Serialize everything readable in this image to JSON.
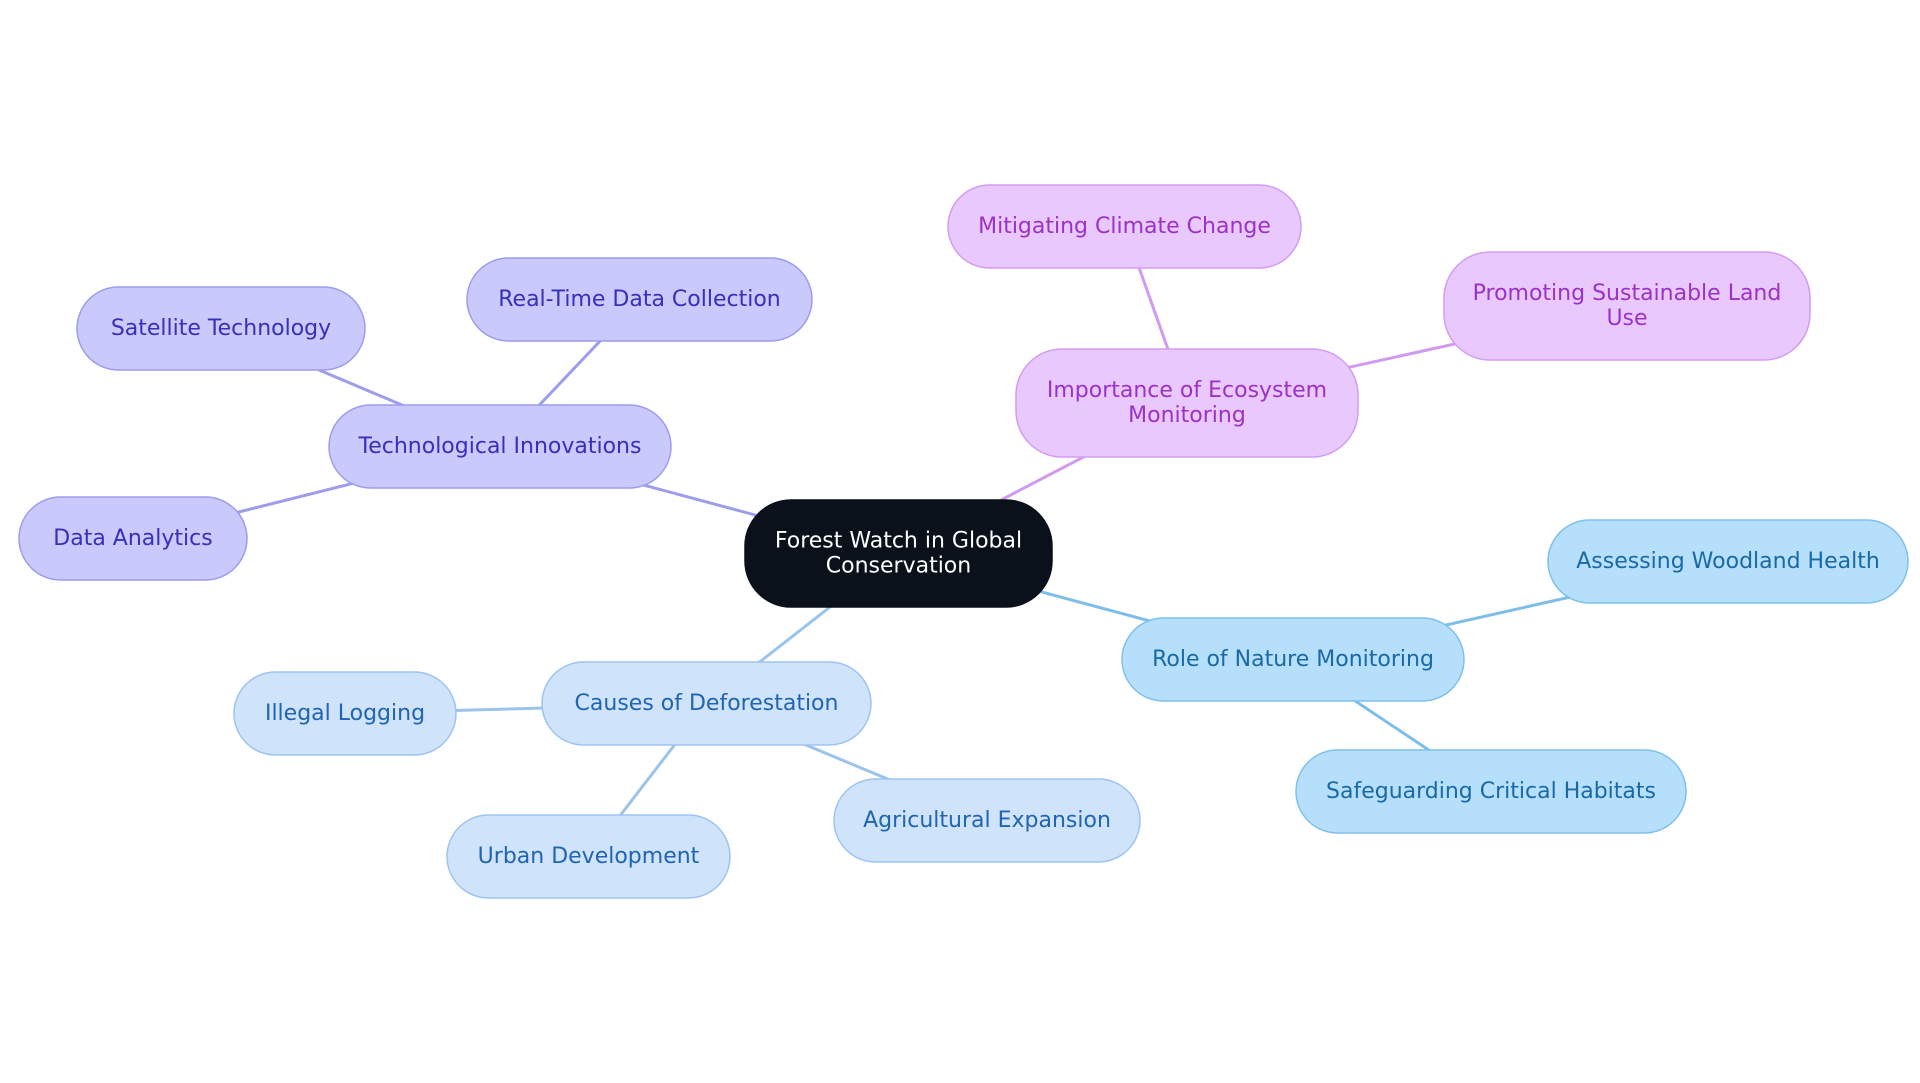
{
  "colors": {
    "root_fill": "#0b111b",
    "root_stroke": "#0b111b",
    "root_text": "#ffffff",
    "tech_fill": "#c9c9fb",
    "tech_stroke": "#9c9cf0",
    "tech_text": "#3730b8",
    "tech_edge": "#9d9deb",
    "eco_fill": "#e9c8fd",
    "eco_stroke": "#d49cf0",
    "eco_text": "#9b32c8",
    "eco_edge": "#cf9af0",
    "nature_fill": "#b5dffb",
    "nature_stroke": "#7fc0ec",
    "nature_text": "#1969a6",
    "nature_edge": "#7dbde8",
    "defor_fill": "#cfe3fb",
    "defor_stroke": "#9dc4f0",
    "defor_text": "#2064b4",
    "defor_edge": "#9cc3ec"
  },
  "nodes": [
    {
      "id": "root",
      "group": "root",
      "lines": [
        "Forest Watch in Global",
        "Conservation"
      ]
    },
    {
      "id": "tech",
      "group": "tech",
      "lines": [
        "Technological Innovations"
      ]
    },
    {
      "id": "satellite",
      "group": "tech",
      "lines": [
        "Satellite Technology"
      ]
    },
    {
      "id": "realtime",
      "group": "tech",
      "lines": [
        "Real-Time Data Collection"
      ]
    },
    {
      "id": "analytics",
      "group": "tech",
      "lines": [
        "Data Analytics"
      ]
    },
    {
      "id": "eco",
      "group": "eco",
      "lines": [
        "Importance of Ecosystem",
        "Monitoring"
      ]
    },
    {
      "id": "climate",
      "group": "eco",
      "lines": [
        "Mitigating Climate Change"
      ]
    },
    {
      "id": "landuse",
      "group": "eco",
      "lines": [
        "Promoting Sustainable Land",
        "Use"
      ]
    },
    {
      "id": "nature",
      "group": "nature",
      "lines": [
        "Role of Nature Monitoring"
      ]
    },
    {
      "id": "woodland",
      "group": "nature",
      "lines": [
        "Assessing Woodland Health"
      ]
    },
    {
      "id": "habitats",
      "group": "nature",
      "lines": [
        "Safeguarding Critical Habitats"
      ]
    },
    {
      "id": "defor",
      "group": "defor",
      "lines": [
        "Causes of Deforestation"
      ]
    },
    {
      "id": "logging",
      "group": "defor",
      "lines": [
        "Illegal Logging"
      ]
    },
    {
      "id": "urban",
      "group": "defor",
      "lines": [
        "Urban Development"
      ]
    },
    {
      "id": "agri",
      "group": "defor",
      "lines": [
        "Agricultural Expansion"
      ]
    }
  ],
  "edges": [
    {
      "from": "root",
      "to": "tech",
      "group": "tech"
    },
    {
      "from": "tech",
      "to": "satellite",
      "group": "tech"
    },
    {
      "from": "tech",
      "to": "realtime",
      "group": "tech"
    },
    {
      "from": "tech",
      "to": "analytics",
      "group": "tech"
    },
    {
      "from": "root",
      "to": "eco",
      "group": "eco"
    },
    {
      "from": "eco",
      "to": "climate",
      "group": "eco"
    },
    {
      "from": "eco",
      "to": "landuse",
      "group": "eco"
    },
    {
      "from": "root",
      "to": "nature",
      "group": "nature"
    },
    {
      "from": "nature",
      "to": "woodland",
      "group": "nature"
    },
    {
      "from": "nature",
      "to": "habitats",
      "group": "nature"
    },
    {
      "from": "root",
      "to": "defor",
      "group": "defor"
    },
    {
      "from": "defor",
      "to": "logging",
      "group": "defor"
    },
    {
      "from": "defor",
      "to": "urban",
      "group": "defor"
    },
    {
      "from": "defor",
      "to": "agri",
      "group": "defor"
    }
  ]
}
